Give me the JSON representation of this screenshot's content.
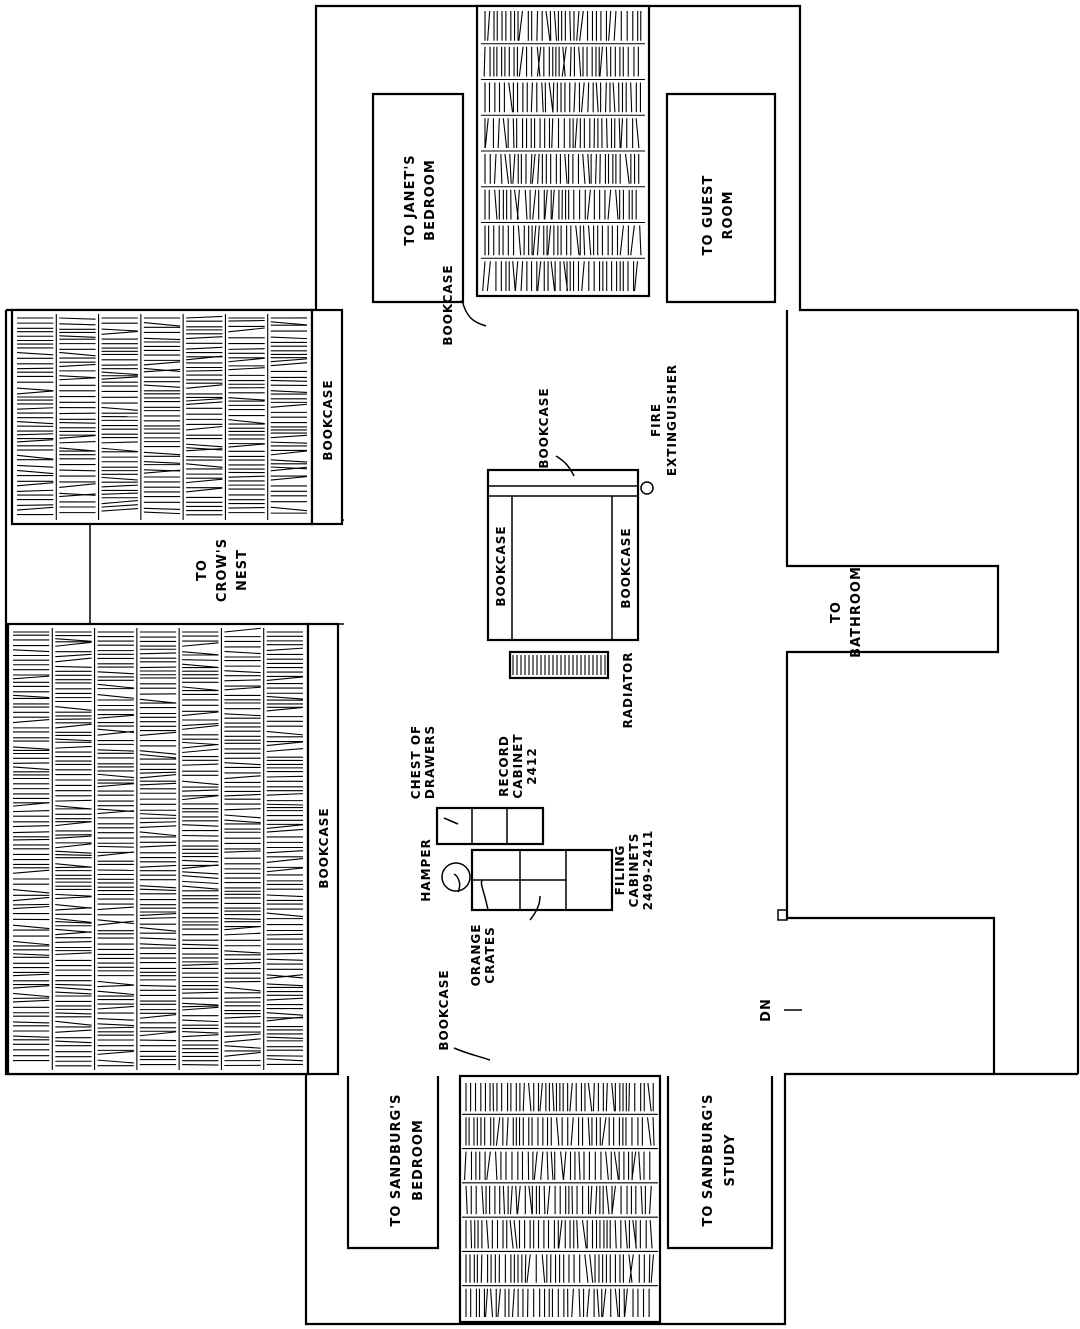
{
  "rooms": {
    "janets_bedroom": [
      "TO JANET'S",
      "BEDROOM"
    ],
    "guest_room": [
      "TO GUEST",
      "ROOM"
    ],
    "crows_nest": [
      "TO",
      "CROW'S",
      "NEST"
    ],
    "bathroom": [
      "TO",
      "BATHROOM"
    ],
    "sandburgs_bedroom": [
      "TO SANDBURG'S",
      "BEDROOM"
    ],
    "sandburgs_study": [
      "TO SANDBURG'S",
      "STUDY"
    ]
  },
  "furniture": {
    "bookcase": "BOOKCASE",
    "fire_extinguisher": [
      "FIRE",
      "EXTINGUISHER"
    ],
    "radiator": "RADIATOR",
    "chest_of_drawers": [
      "CHEST OF",
      "DRAWERS"
    ],
    "record_cabinet": [
      "RECORD",
      "CABINET",
      "2412"
    ],
    "hamper": "HAMPER",
    "filing_cabinets": [
      "FILING",
      "CABINETS",
      "2409-2411"
    ],
    "orange_crates": [
      "ORANGE",
      "CRATES"
    ],
    "stairs_down": "DN"
  }
}
